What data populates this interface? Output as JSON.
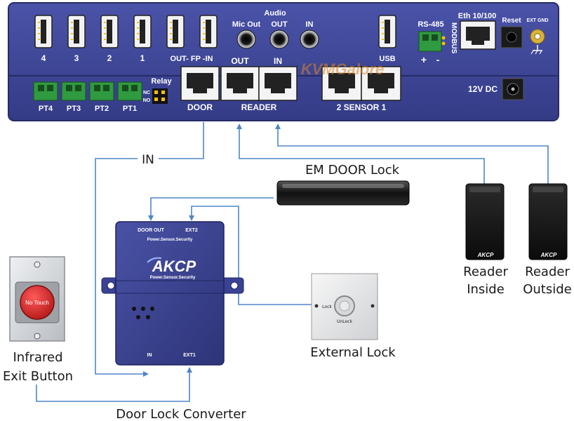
{
  "device": {
    "usb_labels": [
      "4",
      "3",
      "2",
      "1",
      "OUT- FP -IN"
    ],
    "audio_title": "Audio",
    "audio_labels": [
      "Mic Out",
      "OUT",
      "IN"
    ],
    "usb_port_label": "USB",
    "rs485_label": "RS-485",
    "modbus_label": "MODBUS",
    "rs485_signs": [
      "+",
      "-"
    ],
    "eth_label": "Eth 10/100",
    "reset_label": "Reset",
    "ext_gnd_label": "EXT GND",
    "relay_label": "Relay",
    "relay_nc": "NC",
    "relay_no": "NO",
    "pt_labels": [
      "PT4",
      "PT3",
      "PT2",
      "PT1"
    ],
    "rj45_section_labels": [
      "DOOR",
      "READER",
      "2 SENSOR 1"
    ],
    "reader_sub_labels": [
      "OUT",
      "IN"
    ],
    "power_label": "12V DC",
    "watermark": "KVMGalore"
  },
  "wiring": {
    "in_label": "IN"
  },
  "em_lock": {
    "label": "EM DOOR Lock"
  },
  "converter": {
    "label": "Door Lock Converter",
    "top_ports": [
      "DOOR OUT",
      "EXT2"
    ],
    "bottom_ports": [
      "IN",
      "EXT1"
    ],
    "tagline_top": "Power.Sensor.Security",
    "logo": "AKCP",
    "tagline_logo": "Power.Sensor.Security"
  },
  "external_lock": {
    "label": "External Lock",
    "lock_text": "Lock",
    "unlock_text": "UnLock"
  },
  "exit_button": {
    "label_line1": "Infrared",
    "label_line2": "Exit Button",
    "button_text": "No Touch"
  },
  "readers": {
    "brand": "AKCP",
    "inside_line1": "Reader",
    "inside_line2": "Inside",
    "outside_line1": "Reader",
    "outside_line2": "Outside"
  },
  "colors": {
    "device_body": "#3a4294",
    "wire": "#4f86c6",
    "terminal_green": "#2f9a3f",
    "button_red": "#d42a2a"
  }
}
